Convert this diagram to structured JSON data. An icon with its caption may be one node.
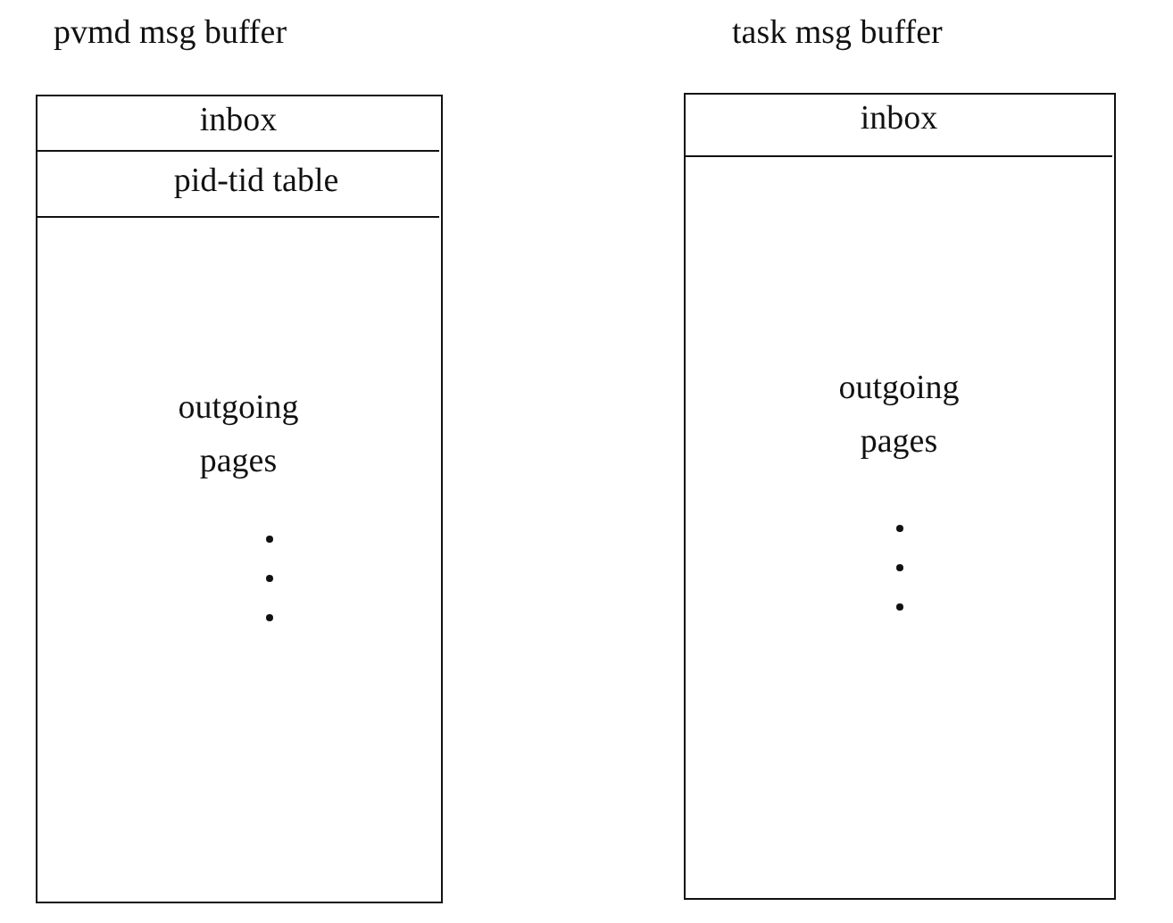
{
  "diagram": {
    "nodes": [
      {
        "text": [
          "pvmd msg buffer"
        ]
      },
      {
        "text": [
          "inbox"
        ],
        "in": 0
      },
      {
        "text": [
          "pid-tid table"
        ],
        "in": 0
      },
      {
        "text": [
          "outgoing pages"
        ],
        "in": 0
      },
      {
        "text": [
          "task msg buffer"
        ]
      },
      {
        "text": [
          "inbox"
        ],
        "in": 4
      },
      {
        "text": [
          "outgoing pages"
        ],
        "in": 4
      }
    ]
  }
}
